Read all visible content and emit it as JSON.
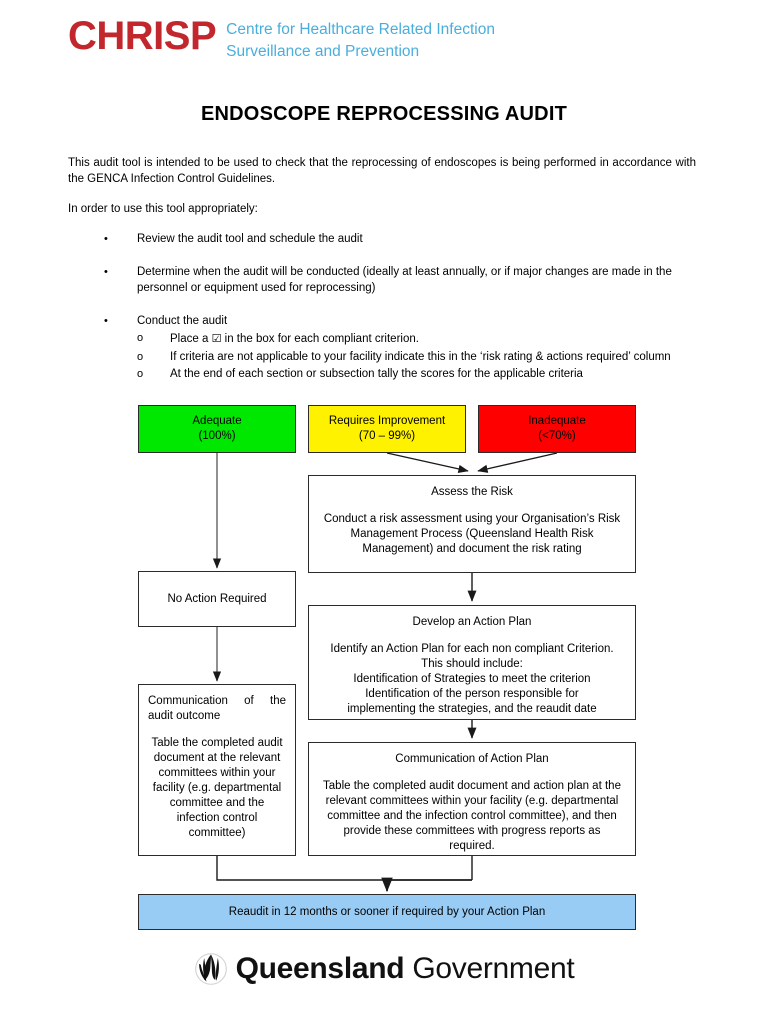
{
  "brand": {
    "logo_text": "CHRISP",
    "logo_subtitle_line1": "Centre for Healthcare Related Infection",
    "logo_subtitle_line2": "Surveillance and Prevention",
    "logo_red": "#C1272D",
    "logo_blue": "#4AAEDC"
  },
  "document": {
    "title": "ENDOSCOPE REPROCESSING AUDIT",
    "intro_paragraph": "This audit tool is intended to be used to check that the reprocessing of endoscopes is being performed in accordance with the GENCA Infection Control Guidelines.",
    "instruction_lead": "In order to use this tool appropriately:"
  },
  "bullets": [
    {
      "marker": "•",
      "text": "Review the audit tool and schedule the audit",
      "sub": []
    },
    {
      "marker": "•",
      "text": "Determine when the audit will be conducted (ideally at least annually, or if major changes are made in the personnel or equipment used for reprocessing)",
      "sub": []
    },
    {
      "marker": "•",
      "text": "Conduct the audit",
      "sub": [
        {
          "marker": "o",
          "text_before": "Place a ",
          "glyph": "☑",
          "text_after": " in the box for each compliant criterion."
        },
        {
          "marker": "o",
          "text_before": "If criteria are not applicable to your facility indicate this in the ‘risk rating & actions required’ column",
          "glyph": "",
          "text_after": ""
        },
        {
          "marker": "o",
          "text_before": "At the end of each section or subsection tally the scores for the applicable criteria",
          "glyph": "",
          "text_after": ""
        }
      ]
    }
  ],
  "flowchart": {
    "nodes": {
      "adequate": {
        "line1": "Adequate",
        "line2": "(100%)",
        "color": "#00E800"
      },
      "requires_improvement": {
        "line1": "Requires Improvement",
        "line2": "(70 – 99%)",
        "color": "#FFF200"
      },
      "inadequate": {
        "line1": "Inadequate",
        "line2": "(<70%)",
        "color": "#FF0000"
      },
      "assess_risk": {
        "heading": "Assess the Risk",
        "body": "Conduct a risk assessment using your Organisation’s Risk Management Process (Queensland Health Risk Management) and document the risk rating"
      },
      "no_action": {
        "heading": "No Action Required"
      },
      "develop_action_plan": {
        "heading": "Develop an Action Plan",
        "body_line1": "Identify an Action Plan for each non compliant Criterion.",
        "body_line2": "This should include:",
        "body_line3": "Identification of Strategies to meet the criterion",
        "body_line4": "Identification of the person responsible for",
        "body_line5": "implementing the strategies, and the reaudit date"
      },
      "communication_audit_outcome": {
        "heading_line1": "Communication of the",
        "heading_line2": "audit outcome",
        "body": "Table the completed audit document at the relevant committees within your facility (e.g. departmental committee and the infection control committee)"
      },
      "communication_action_plan": {
        "heading": "Communication of Action Plan",
        "body": "Table the completed audit document and action plan at the relevant committees within your facility (e.g. departmental committee and the infection control committee), and then provide these committees with progress reports as required."
      },
      "reaudit": {
        "text": "Reaudit in 12 months or sooner if required by your Action Plan",
        "color": "#99CCF5"
      }
    }
  },
  "footer": {
    "logo_bold": "Queensland",
    "logo_regular": "Government"
  }
}
